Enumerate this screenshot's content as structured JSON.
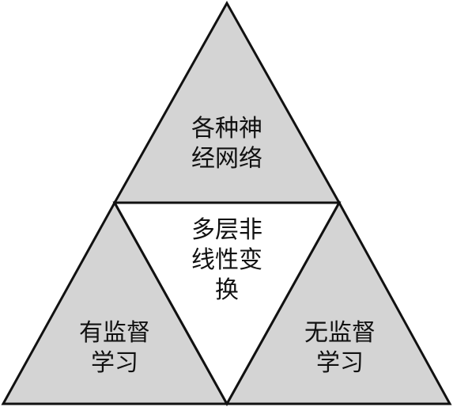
{
  "diagram": {
    "top": {
      "lines": [
        "各种神",
        "经网络"
      ]
    },
    "center": {
      "lines": [
        "多层非",
        "线性变",
        "换"
      ]
    },
    "left": {
      "lines": [
        "有监督",
        "学习"
      ]
    },
    "right": {
      "lines": [
        "无监督",
        "学习"
      ]
    }
  },
  "colors": {
    "shaded": "#d4d4d4",
    "center": "#ffffff",
    "stroke": "#111111",
    "text": "#111111"
  }
}
